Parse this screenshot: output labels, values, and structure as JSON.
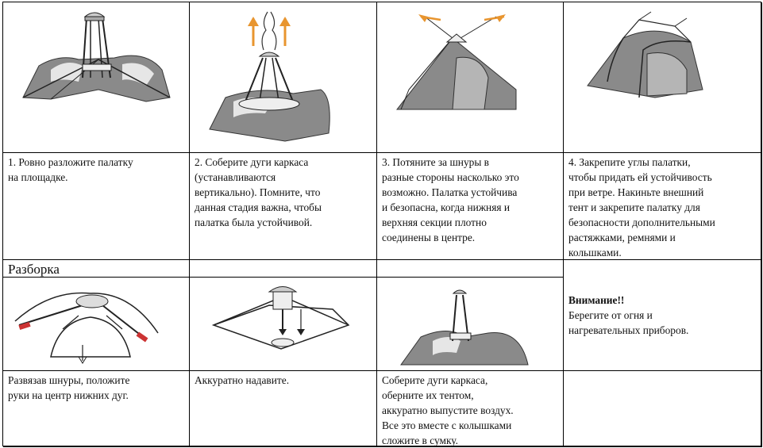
{
  "assembly": {
    "steps": [
      {
        "text": "1. Ровно  разложите палатку\nна площадке."
      },
      {
        "text": "2. Соберите дуги каркаса\n(устанавливаются\nвертикально). Помните, что\nданная стадия важна, чтобы\nпалатка была устойчивой."
      },
      {
        "text": "3. Потяните за шнуры в\nразные стороны насколько это\nвозможно. Палатка устойчива\nи безопасна, когда нижняя и\nверхняя секции плотно\nсоединены в центре."
      },
      {
        "text": "4. Закрепите углы палатки,\nчтобы придать ей устойчивость\nпри ветре. Накиньте внешний\nтент и закрепите палатку для\nбезопасности дополнительными\nрастяжками, ремнями и\nкольшками."
      }
    ]
  },
  "disassembly": {
    "header": "Разборка",
    "steps": [
      {
        "text": "Развязав шнуры, положите\nруки на центр нижних дуг."
      },
      {
        "text": "Аккуратно надавите."
      },
      {
        "text": "Соберите дуги каркаса,\nоберните их тентом,\nаккуратно выпустите воздух.\nВсе это вместе с колышками\nсложите в сумку."
      }
    ],
    "warning": {
      "title": "Внимание!!",
      "text": "Берегите от огня и\nнагревательных приборов."
    }
  },
  "colors": {
    "tent_gray": "#8a8a8a",
    "tent_light": "#d8d8d8",
    "arrow_orange": "#e8952f",
    "border": "#000000"
  }
}
